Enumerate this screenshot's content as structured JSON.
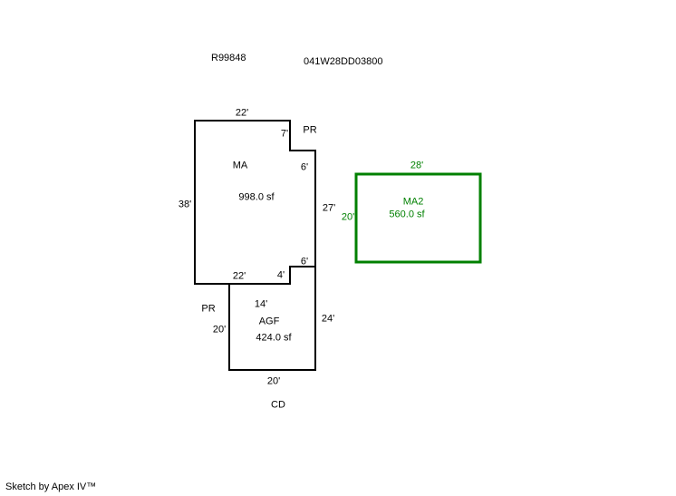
{
  "header": {
    "record_id": "R99848",
    "parcel_id": "041W28DD03800"
  },
  "colors": {
    "outline": "#000000",
    "ma2_green": "#008000",
    "background": "#ffffff"
  },
  "ma": {
    "label": "MA",
    "area": "998.0 sf",
    "dim_top": "22'",
    "dim_notch_vertical": "7'",
    "dim_notch_horizontal": "6'",
    "dim_right": "27'",
    "dim_left": "38'",
    "dim_step_horizontal": "6'",
    "dim_step_vertical": "4'",
    "dim_bottom": "22'",
    "porch_label": "PR"
  },
  "ma2": {
    "label": "MA2",
    "area": "560.0 sf",
    "dim_top": "28'",
    "dim_left": "20'"
  },
  "agf": {
    "label": "AGF",
    "area": "424.0 sf",
    "dim_top": "14'",
    "dim_left": "20'",
    "dim_right": "24'",
    "dim_bottom": "20'",
    "porch_label": "PR",
    "deck_label": "CD"
  },
  "footer": {
    "credit": "Sketch by Apex IV™"
  }
}
